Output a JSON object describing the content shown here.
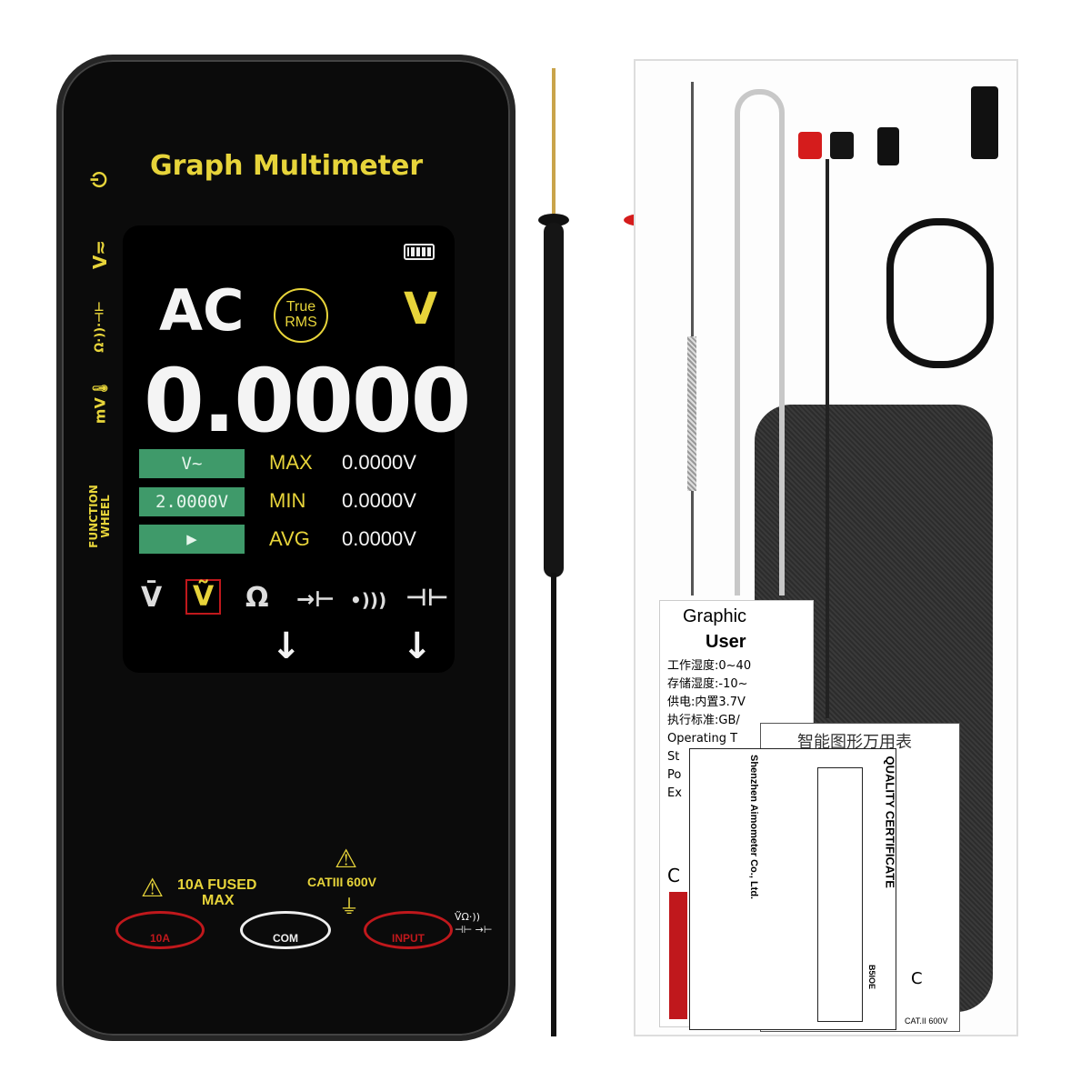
{
  "meter": {
    "title": "Graph Multimeter",
    "side_labels": [
      "⏻",
      "V≂",
      "Ω·))·⊣⊢",
      "mV🌡",
      "FUNCTION WHEEL"
    ],
    "screen": {
      "mode": "AC",
      "true_rms": "True RMS",
      "unit": "V",
      "reading": "0.0000",
      "buttons": [
        "V~",
        "2.0000V",
        "▶"
      ],
      "stats": [
        {
          "label": "MAX",
          "value": "0.0000V"
        },
        {
          "label": "MIN",
          "value": "0.0000V"
        },
        {
          "label": "AVG",
          "value": "0.0000V"
        }
      ],
      "modes": [
        "V̄",
        "Ṽ",
        "Ω",
        "→⊢",
        "•)))",
        "⊣⊢"
      ],
      "selected_mode": "Ṽ",
      "arrows": [
        "↓",
        "↓"
      ]
    },
    "warnings": {
      "fused": "10A FUSED",
      "max": "MAX",
      "cat": "CATIII 600V"
    },
    "jacks": [
      "10A",
      "COM",
      "INPUT"
    ],
    "input_symbols": "ṼΩ·)) ⊣⊢ →⊢"
  },
  "manual": {
    "title_line1": "Graphic",
    "title_line2": "User",
    "lines": [
      "工作湿度:0~40",
      "存储湿度:-10~",
      "供电:内置3.7V",
      "执行标准:GB/"
    ],
    "en_lines": [
      "Operating T",
      "St",
      "Po",
      "Ex"
    ],
    "ce": "C"
  },
  "certificate": {
    "title": "QUALITY CERTIFICATE",
    "company": "Shenzhen Aimometer Co., Ltd.",
    "cn_title": "智能图形万用表",
    "model": "B5IOE",
    "rating": "CAT.II 600V"
  },
  "colors": {
    "accent": "#e7d43a",
    "green": "#3f9a6a",
    "red": "#c0181c"
  }
}
